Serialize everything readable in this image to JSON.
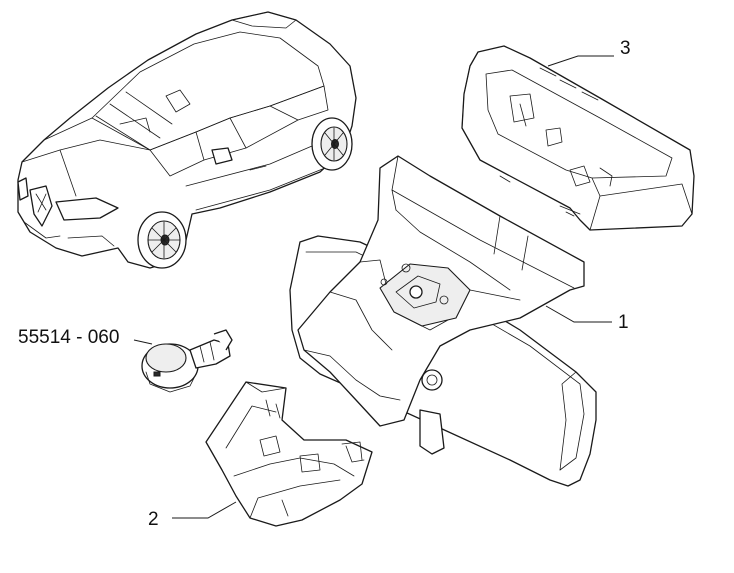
{
  "callouts": {
    "part_1": "1",
    "part_2": "2",
    "part_3": "3",
    "sensor_part_number": "55514 - 060"
  },
  "colors": {
    "line": "#1a1a1a",
    "background": "#ffffff",
    "shade": "#eeeeee"
  }
}
